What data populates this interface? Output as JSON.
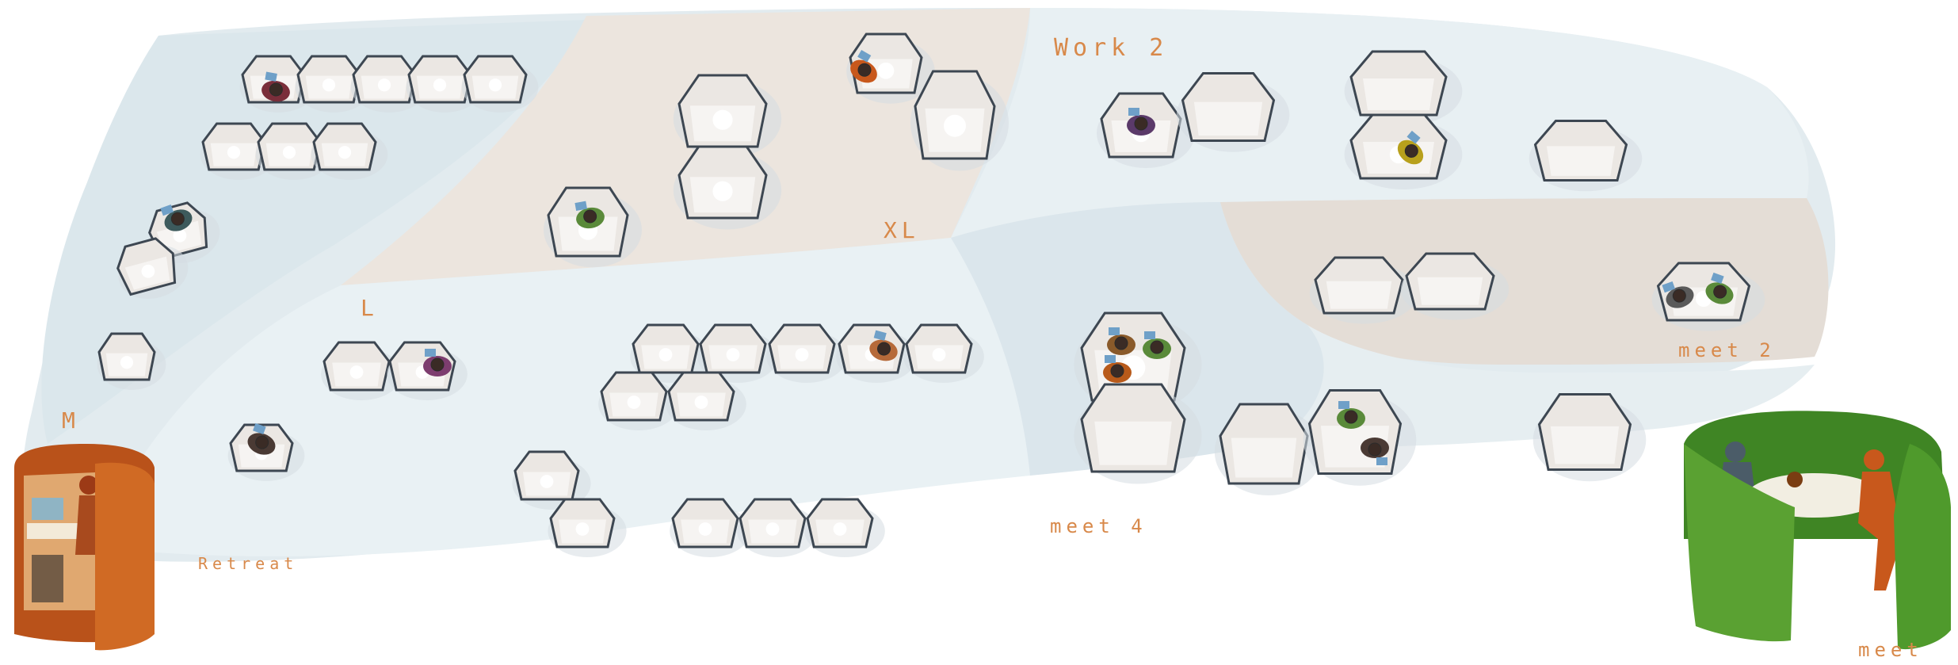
{
  "zones": {
    "retreat": "Retreat",
    "m": "M",
    "l": "L",
    "xl": "XL",
    "work2": "Work 2",
    "meet2": "meet 2",
    "meet4": "meet 4",
    "meet": "meet"
  },
  "colors": {
    "zone_blue": "#dfe9ee",
    "zone_light": "#ebf2f4",
    "zone_beige": "#ece5de",
    "zone_grey": "#e3ddd7",
    "label_orange": "#d8894a",
    "retreat_orange": "#c75a1a",
    "meet_green": "#4f9a2c",
    "pod_outline": "#3d4752",
    "pod_fill": "#ebe7e3"
  }
}
